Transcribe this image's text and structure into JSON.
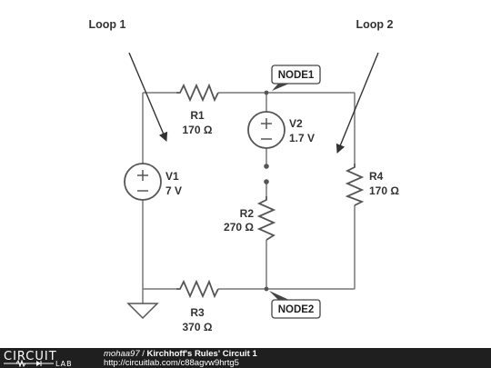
{
  "loops": [
    {
      "label": "Loop 1"
    },
    {
      "label": "Loop 2"
    }
  ],
  "nodes": {
    "node1": "NODE1",
    "node2": "NODE2"
  },
  "components": {
    "R1": {
      "name": "R1",
      "value": "170 Ω"
    },
    "R2": {
      "name": "R2",
      "value": "270 Ω"
    },
    "R3": {
      "name": "R3",
      "value": "370 Ω"
    },
    "R4": {
      "name": "R4",
      "value": "170 Ω"
    },
    "V1": {
      "name": "V1",
      "value": "7 V"
    },
    "V2": {
      "name": "V2",
      "value": "1.7 V"
    }
  },
  "footer": {
    "brand_main": "CIRCUIT",
    "brand_sub": "LAB",
    "author": "mohaa97",
    "separator": " / ",
    "title": "Kirchhoff's Rules' Circuit 1",
    "url": "http://circuitlab.com/c88agvw9hrtg5"
  },
  "colors": {
    "wire": "#777777",
    "footer_bg": "#1f1f1f"
  }
}
